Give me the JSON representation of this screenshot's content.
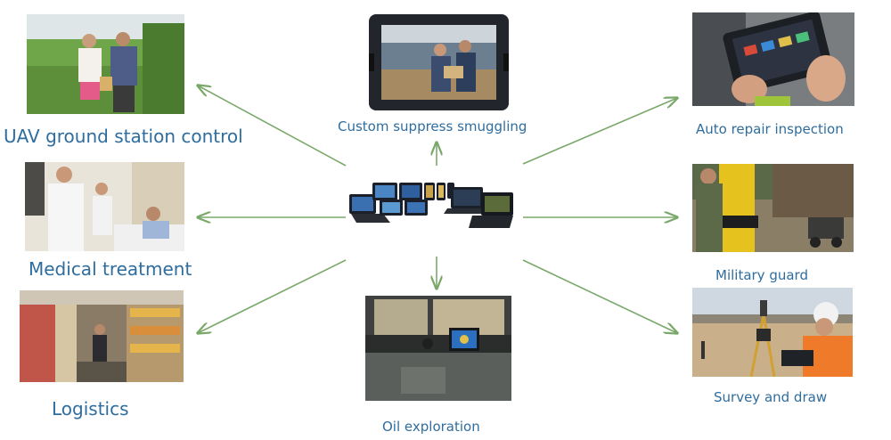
{
  "applications": {
    "uav": "UAV ground station control",
    "medical": "Medical treatment",
    "logistics": "Logistics",
    "customs": "Custom suppress smuggling",
    "oil": "Oil exploration",
    "auto_repair": "Auto repair inspection",
    "military": "Military guard",
    "survey": "Survey and draw"
  },
  "colors": {
    "label_text": "#2f6d9e",
    "arrow": "#7aa86a"
  }
}
